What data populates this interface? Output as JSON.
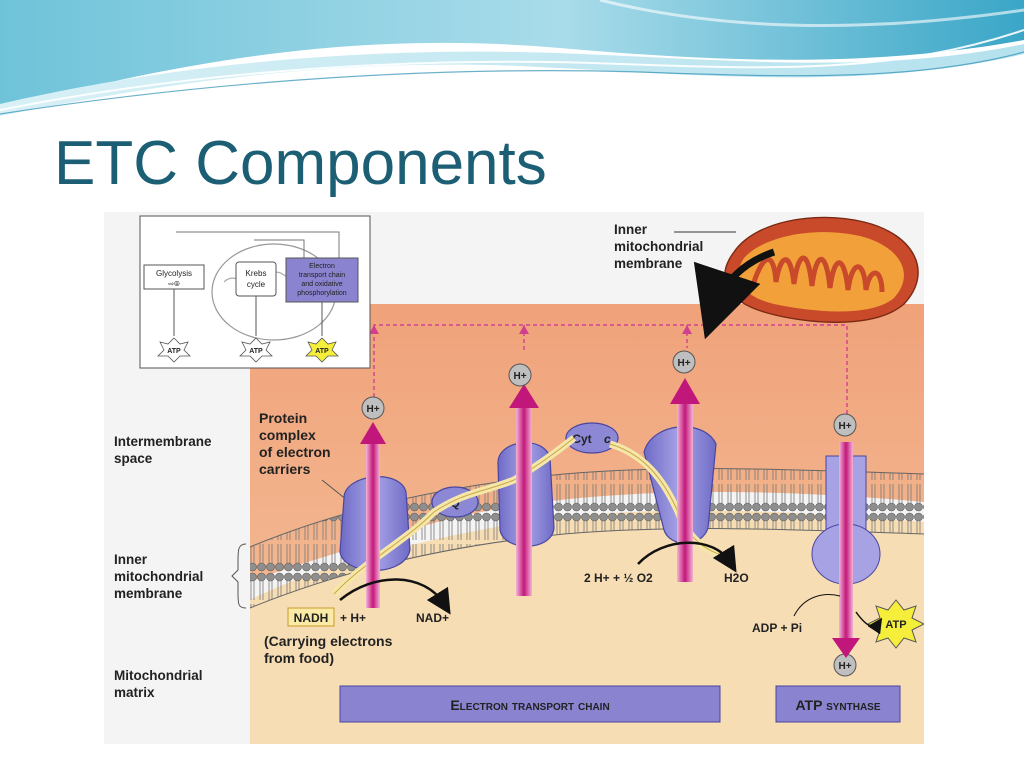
{
  "slide": {
    "title": "ETC Components"
  },
  "inset": {
    "glycolysis": "Glycolysis",
    "krebs_line1": "Krebs",
    "krebs_line2": "cycle",
    "etc_line1": "Electron",
    "etc_line2": "transport chain",
    "etc_line3": "and oxidative",
    "etc_line4": "phosphorylation",
    "atp1": "ATP",
    "atp2": "ATP",
    "atp3": "ATP"
  },
  "labels": {
    "inner_membrane_callout_line1": "Inner",
    "inner_membrane_callout_line2": "mitochondrial",
    "inner_membrane_callout_line3": "membrane",
    "intermembrane_line1": "Intermembrane",
    "intermembrane_line2": "space",
    "inner_side_line1": "Inner",
    "inner_side_line2": "mitochondrial",
    "inner_side_line3": "membrane",
    "matrix_line1": "Mitochondrial",
    "matrix_line2": "matrix",
    "protein_line1": "Protein",
    "protein_line2": "complex",
    "protein_line3": "of electron",
    "protein_line4": "carriers",
    "carrying_line1": "(Carrying electrons",
    "carrying_line2": "from food)"
  },
  "components": {
    "q": "Q",
    "cyt": "Cyt",
    "cyt_c": "c",
    "hplus": "H+",
    "nadh": "NADH",
    "plus_h": "+ H+",
    "nad": "NAD+",
    "water_reactants": "2 H+ + ½ O2",
    "water_product": "H2O",
    "adp": "ADP + Pi",
    "atp": "ATP"
  },
  "banners": {
    "etc": "Electron transport chain",
    "atp_synthase": "ATP synthase"
  },
  "colors": {
    "title": "#1c5f75",
    "intermembrane": "#f0a680",
    "matrix": "#f7ddb4",
    "protein": "#8c88d6",
    "proton_arrow": "#c2177a",
    "banner": "#8a83cf"
  }
}
